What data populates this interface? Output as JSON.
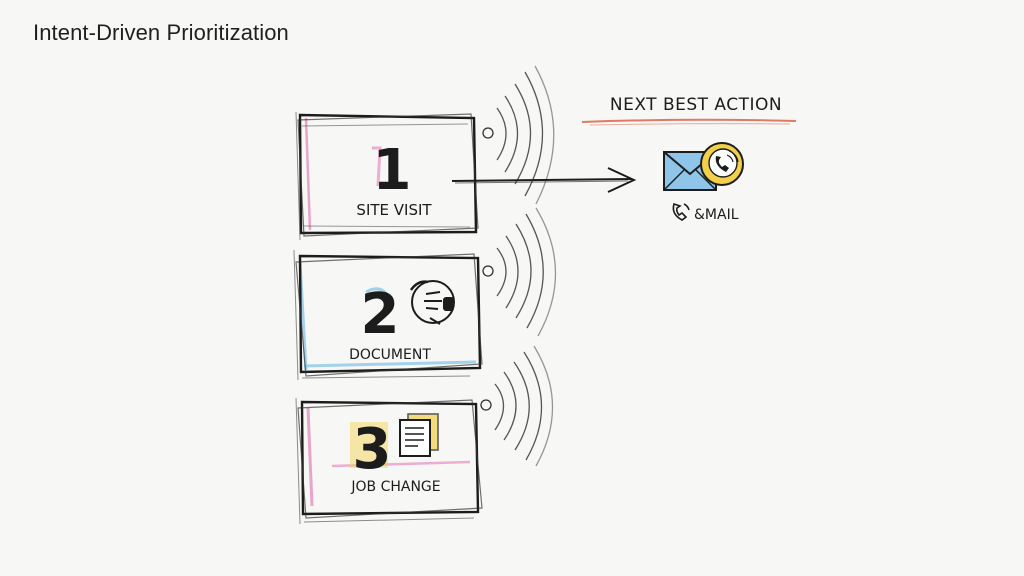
{
  "title": "Intent-Driven Prioritization",
  "steps": [
    {
      "number": "1",
      "label": "SITE VISIT"
    },
    {
      "number": "2",
      "label": "DOCUMENT"
    },
    {
      "number": "3",
      "label": "JOB CHANGE"
    }
  ],
  "action": {
    "heading": "NEXT BEST ACTION",
    "label": "&MAIL"
  },
  "colors": {
    "ink": "#1c1c1c",
    "pink": "#e58fc1",
    "blue": "#8cc7e6",
    "yellow": "#f2d04a",
    "underline": "#e07a63",
    "envelope": "#8ec5e8"
  },
  "icons": [
    "envelope-icon",
    "phone-icon",
    "chat-icon",
    "document-icon",
    "signal-waves-icon",
    "arrow-icon"
  ]
}
